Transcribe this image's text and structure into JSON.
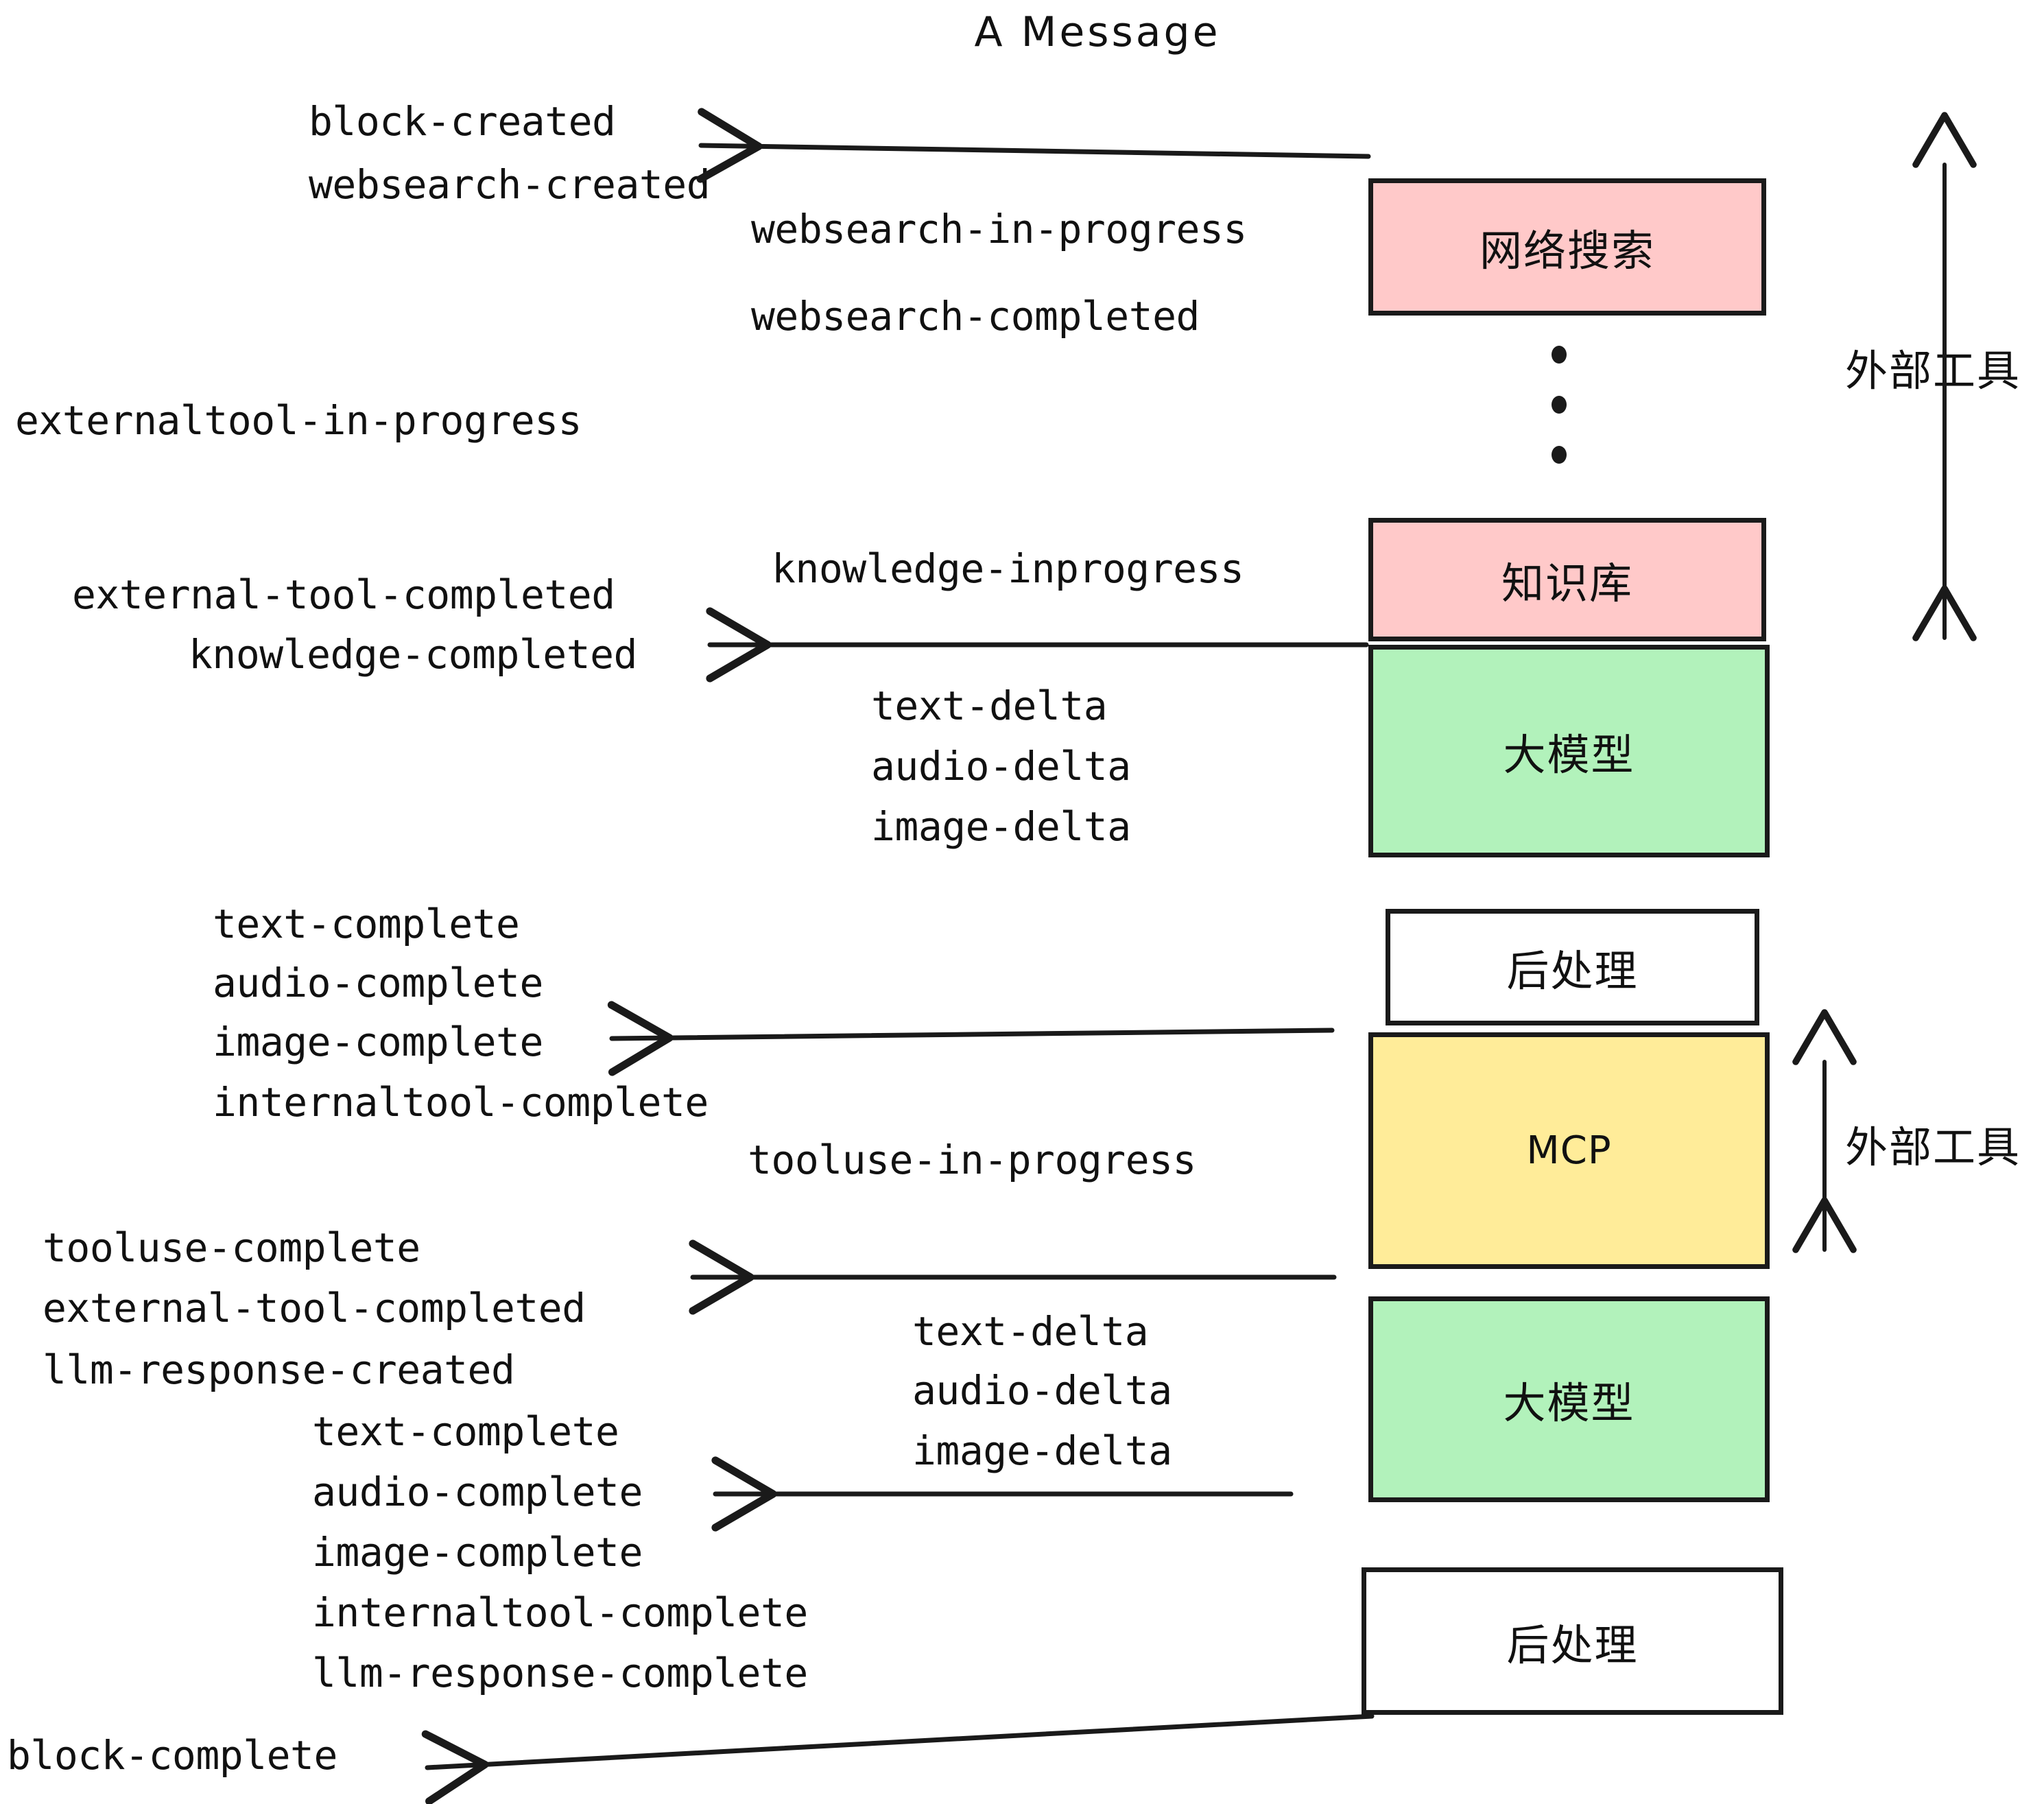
{
  "title": "A Message",
  "colors": {
    "pink": "#FFC9C9",
    "green": "#B2F2BB",
    "yellow": "#FFEC99",
    "white": "#FFFFFF",
    "stroke": "#1A1A1A",
    "background": "#FFFFFF"
  },
  "boxes": [
    {
      "id": "websearch",
      "label": "网络搜索",
      "fill": "#FFC9C9",
      "lang": "cn"
    },
    {
      "id": "knowledge",
      "label": "知识库",
      "fill": "#FFC9C9",
      "lang": "cn"
    },
    {
      "id": "llm-1",
      "label": "大模型",
      "fill": "#B2F2BB",
      "lang": "cn"
    },
    {
      "id": "postproc-1",
      "label": "后处理",
      "fill": "#FFFFFF",
      "lang": "cn"
    },
    {
      "id": "mcp",
      "label": "MCP",
      "fill": "#FFEC99",
      "lang": "en"
    },
    {
      "id": "llm-2",
      "label": "大模型",
      "fill": "#B2F2BB",
      "lang": "cn"
    },
    {
      "id": "postproc-2",
      "label": "后处理",
      "fill": "#FFFFFF",
      "lang": "cn"
    }
  ],
  "side_labels": [
    {
      "id": "external-tools-top",
      "text": "外部工具"
    },
    {
      "id": "external-tools-bottom",
      "text": "外部工具"
    }
  ],
  "events": [
    {
      "id": "block-created",
      "text": "block-created"
    },
    {
      "id": "websearch-created",
      "text": "websearch-created"
    },
    {
      "id": "websearch-in-progress",
      "text": "websearch-in-progress"
    },
    {
      "id": "websearch-completed",
      "text": "websearch-completed"
    },
    {
      "id": "externaltool-in-progress",
      "text": "externaltool-in-progress"
    },
    {
      "id": "knowledge-inprogress",
      "text": "knowledge-inprogress"
    },
    {
      "id": "external-tool-completed-1",
      "text": "external-tool-completed"
    },
    {
      "id": "knowledge-completed",
      "text": "knowledge-completed"
    },
    {
      "id": "text-delta-1",
      "text": "text-delta"
    },
    {
      "id": "audio-delta-1",
      "text": "audio-delta"
    },
    {
      "id": "image-delta-1",
      "text": "image-delta"
    },
    {
      "id": "text-complete-1",
      "text": "text-complete"
    },
    {
      "id": "audio-complete-1",
      "text": "audio-complete"
    },
    {
      "id": "image-complete-1",
      "text": "image-complete"
    },
    {
      "id": "internaltool-complete-1",
      "text": "internaltool-complete"
    },
    {
      "id": "tooluse-in-progress",
      "text": "tooluse-in-progress"
    },
    {
      "id": "tooluse-complete",
      "text": "tooluse-complete"
    },
    {
      "id": "external-tool-completed-2",
      "text": "external-tool-completed"
    },
    {
      "id": "llm-response-created",
      "text": "llm-response-created"
    },
    {
      "id": "text-delta-2",
      "text": "text-delta"
    },
    {
      "id": "audio-delta-2",
      "text": "audio-delta"
    },
    {
      "id": "image-delta-2",
      "text": "image-delta"
    },
    {
      "id": "text-complete-2",
      "text": "text-complete"
    },
    {
      "id": "audio-complete-2",
      "text": "audio-complete"
    },
    {
      "id": "image-complete-2",
      "text": "image-complete"
    },
    {
      "id": "internaltool-complete-2",
      "text": "internaltool-complete"
    },
    {
      "id": "llm-response-complete",
      "text": "llm-response-complete"
    },
    {
      "id": "block-complete",
      "text": "block-complete"
    }
  ]
}
